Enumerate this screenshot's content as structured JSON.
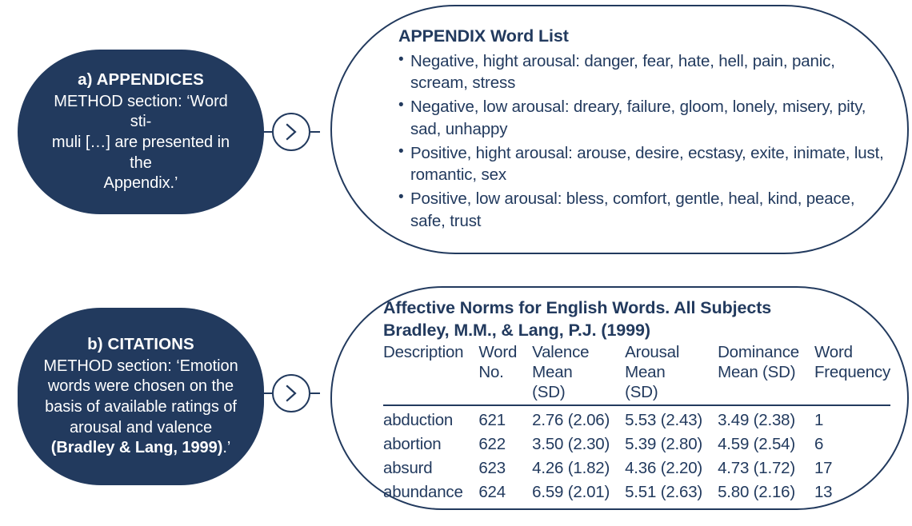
{
  "figure": {
    "accent_navy": "#223A5E",
    "background": "#ffffff"
  },
  "appendices": {
    "callout": {
      "title": "a) APPENDICES",
      "body_line_1": "METHOD section: ‘Word sti-",
      "body_line_2": "muli […] are presented in the",
      "body_line_3": "Appendix.’"
    },
    "connector_icon": "chevron-right-icon",
    "panel": {
      "heading": "APPENDIX Word List",
      "bullets": [
        "Negative, hight arousal: danger, fear, hate, hell, pain, panic, scream, stress",
        "Negative, low arousal: dreary, failure, gloom, lonely, misery, pity, sad, unhappy",
        "Positive, hight arousal: arouse, desire, ecstasy, exite, inimate, lust, romantic, sex",
        "Positive, low arousal: bless, comfort, gentle, heal, kind, peace, safe, trust"
      ]
    }
  },
  "citations": {
    "callout": {
      "title": "b) CITATIONS",
      "body_line_1": "METHOD section: ‘Emotion",
      "body_line_2": "words were chosen on the",
      "body_line_3": "basis of available ratings of",
      "body_line_4": "arousal and valence",
      "body_line_5_bold": "(Bradley & Lang, 1999)",
      "body_line_5_tail": ".’"
    },
    "connector_icon": "chevron-right-icon",
    "panel": {
      "heading_line_1": "Affective Norms for English Words. All Subjects",
      "heading_line_2": "Bradley, M.M., & Lang, P.J. (1999)",
      "table": {
        "columns": [
          "Description",
          "Word\nNo.",
          "Valence\nMean (SD)",
          "Arousal\nMean (SD)",
          "Dominance\nMean (SD)",
          "Word\nFrequency"
        ],
        "rows": [
          [
            "abduction",
            "621",
            "2.76 (2.06)",
            "5.53 (2.43)",
            "3.49 (2.38)",
            "1"
          ],
          [
            "abortion",
            "622",
            "3.50 (2.30)",
            "5.39 (2.80)",
            "4.59 (2.54)",
            "6"
          ],
          [
            "absurd",
            "623",
            "4.26 (1.82)",
            "4.36 (2.20)",
            "4.73 (1.72)",
            "17"
          ],
          [
            "abundance",
            "624",
            "6.59 (2.01)",
            "5.51 (2.63)",
            "5.80 (2.16)",
            "13"
          ]
        ]
      }
    }
  }
}
